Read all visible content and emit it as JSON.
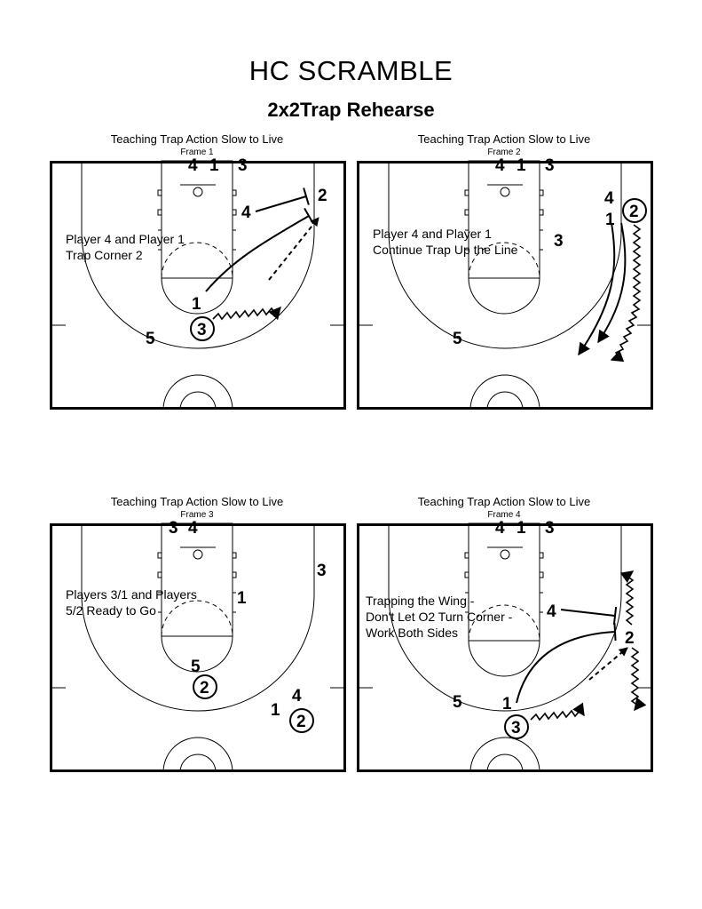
{
  "document": {
    "title": "HC SCRAMBLE",
    "subtitle": "2x2Trap Rehearse"
  },
  "frames": [
    {
      "heading": "Teaching Trap Action Slow to Live",
      "label": "Frame 1",
      "note": [
        "Player 4 and Player 1",
        "Trap Corner 2"
      ],
      "players": [
        "4",
        "1",
        "3",
        "2",
        "4",
        "1",
        "3",
        "5"
      ]
    },
    {
      "heading": "Teaching Trap Action Slow to Live",
      "label": "Frame 2",
      "note": [
        "Player 4 and Player 1",
        "Continue Trap Up the Line"
      ],
      "players": [
        "4",
        "1",
        "3",
        "4",
        "1",
        "2",
        "3",
        "5"
      ]
    },
    {
      "heading": "Teaching Trap Action Slow to Live",
      "label": "Frame 3",
      "note": [
        "Players 3/1 and Players",
        "5/2 Ready to Go"
      ],
      "players": [
        "3",
        "4",
        "3",
        "1",
        "5",
        "2",
        "4",
        "1",
        "2"
      ]
    },
    {
      "heading": "Teaching Trap Action Slow to Live",
      "label": "Frame 4",
      "note": [
        "Trapping the Wing -",
        "Don't Let O2 Turn Corner -",
        "Work Both Sides"
      ],
      "players": [
        "4",
        "1",
        "3",
        "4",
        "2",
        "5",
        "1",
        "3"
      ]
    }
  ]
}
